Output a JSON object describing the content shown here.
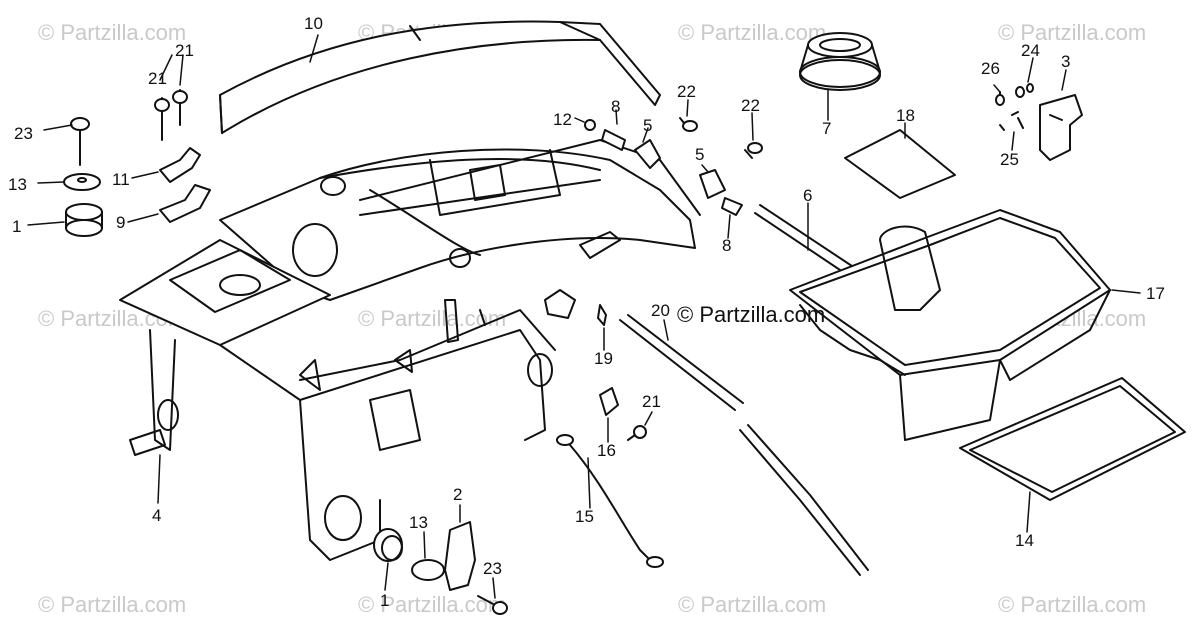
{
  "watermark": "© Partzilla.com",
  "center_watermark": "© Partzilla.com",
  "callouts": [
    "10",
    "21",
    "21",
    "23",
    "13",
    "11",
    "1",
    "9",
    "4",
    "12",
    "8",
    "5",
    "22",
    "22",
    "7",
    "18",
    "26",
    "24",
    "3",
    "25",
    "5",
    "8",
    "6",
    "17",
    "20",
    "19",
    "21",
    "16",
    "15",
    "2",
    "13",
    "1",
    "23",
    "14"
  ],
  "colors": {
    "line": "#111111",
    "watermark": "#c9c9c9",
    "background": "#ffffff"
  }
}
